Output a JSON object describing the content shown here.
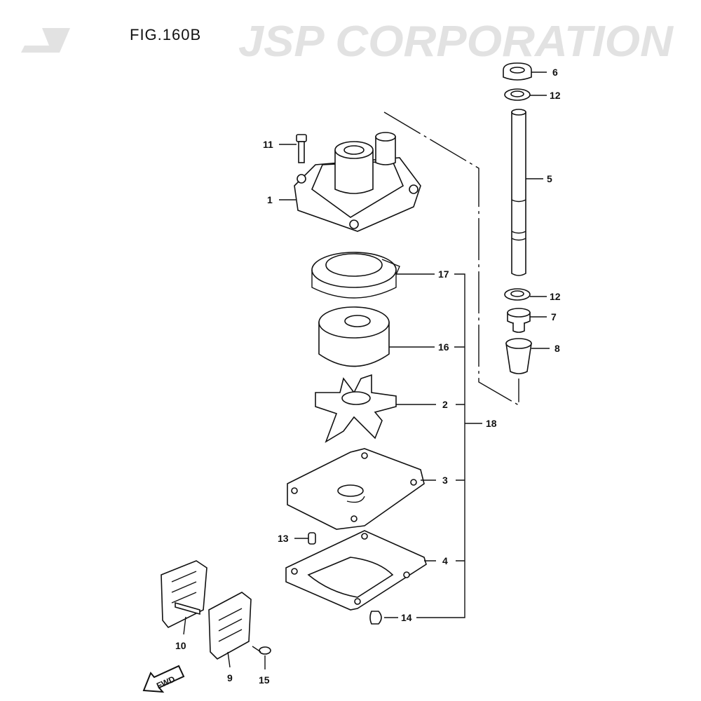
{
  "figure_title": "FIG.160B",
  "watermark": "JSP CORPORATION",
  "fwd_label": "FWD",
  "callouts": {
    "c1": "1",
    "c2": "2",
    "c3": "3",
    "c4": "4",
    "c5": "5",
    "c6": "6",
    "c7": "7",
    "c8": "8",
    "c9": "9",
    "c10": "10",
    "c11": "11",
    "c12a": "12",
    "c12b": "12",
    "c13": "13",
    "c14": "14",
    "c15": "15",
    "c16": "16",
    "c17": "17",
    "c18": "18"
  }
}
